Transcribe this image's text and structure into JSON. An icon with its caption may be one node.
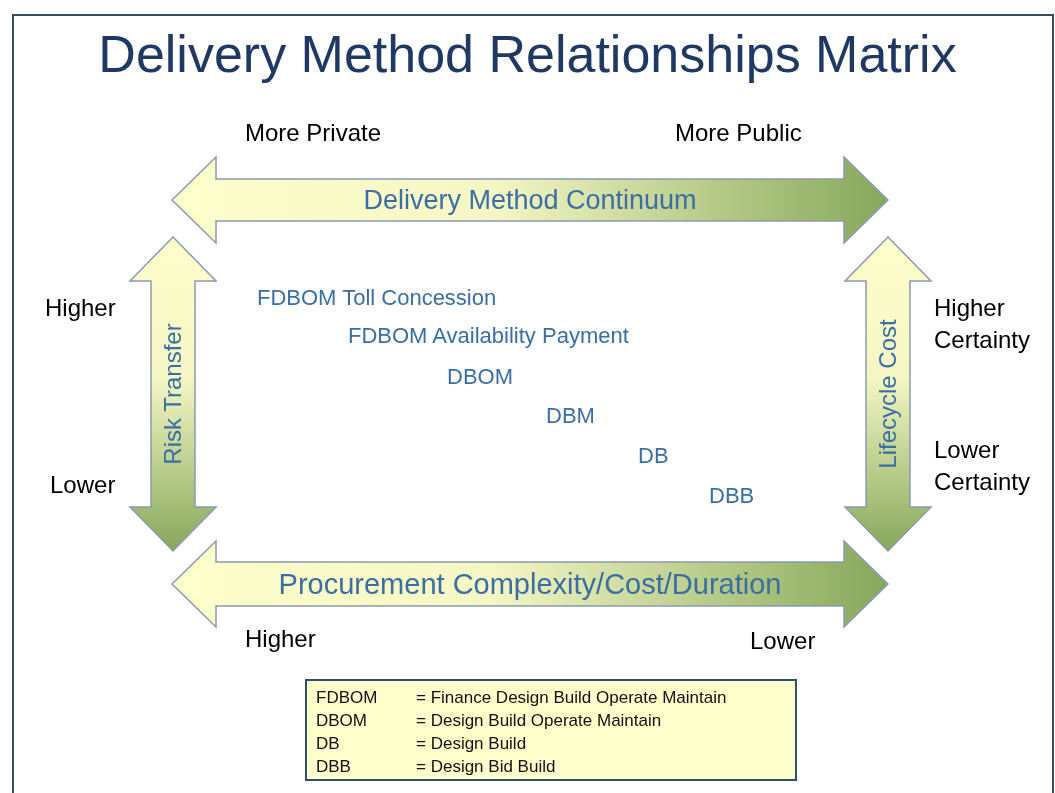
{
  "diagram": {
    "title": "Delivery Method Relationships Matrix",
    "nodes": [
      {
        "text": [
          "Delivery Method Continuum"
        ],
        "beside": [
          "More Private",
          "More Public"
        ]
      },
      {
        "text": [
          "Risk Transfer"
        ],
        "beside": [
          "Higher",
          "Lower"
        ]
      },
      {
        "text": [
          "Lifecycle Cost"
        ],
        "beside": [
          "Higher Certainty",
          "Lower Certainty"
        ]
      },
      {
        "text": [
          "Procurement Complexity/Cost/Duration"
        ],
        "beside": [
          "Higher",
          "Lower"
        ]
      },
      {
        "text": [
          "FDBOM",
          "= Finance Design Build Operate Maintain",
          "DBOM",
          "= Design Build Operate Maintain",
          "DB",
          "= Design Build",
          "DBB",
          "= Design Bid Build"
        ]
      }
    ],
    "labels": [
      "FDBOM Toll Concession",
      "FDBOM Availability Payment",
      "DBOM",
      "DBM",
      "DB",
      "DBB"
    ]
  }
}
